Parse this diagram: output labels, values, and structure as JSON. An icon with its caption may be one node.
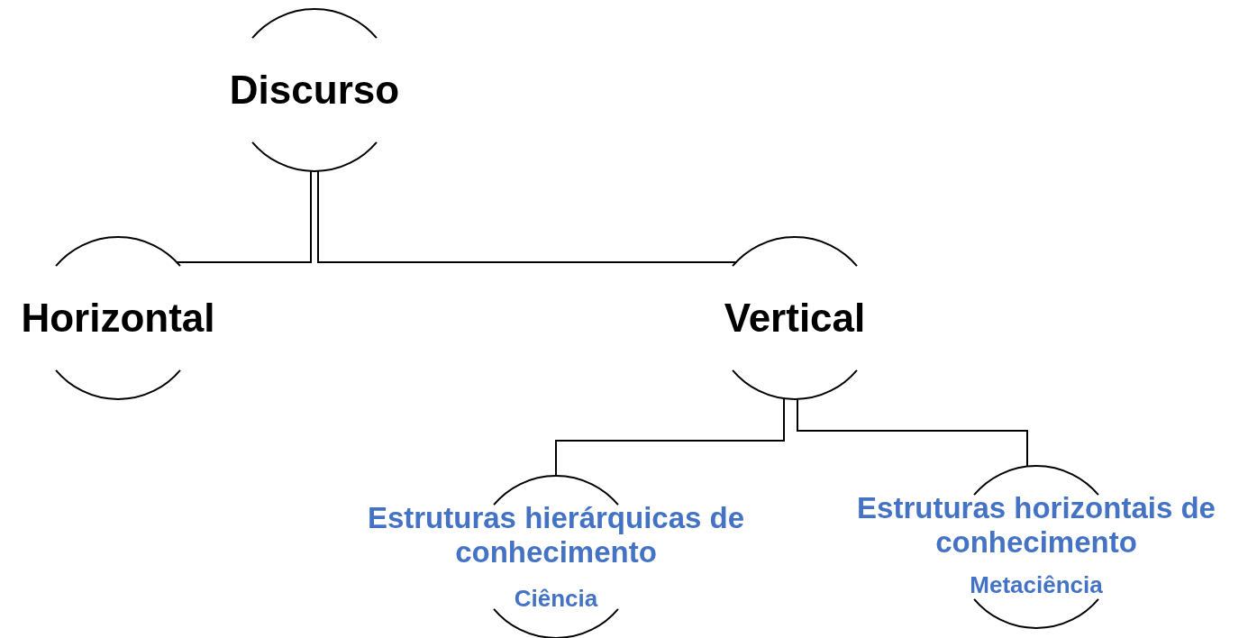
{
  "diagram": {
    "nodes": [
      {
        "text": [
          "Discurso"
        ]
      },
      {
        "text": [
          "Horizontal"
        ]
      },
      {
        "text": [
          "Vertical"
        ]
      },
      {
        "text": [
          "Estruturas hierárquicas de conhecimento",
          "Ciência"
        ]
      },
      {
        "text": [
          "Estruturas horizontais de conhecimento",
          "Metaciência"
        ]
      }
    ],
    "edges": [
      {
        "from": 0,
        "to": 1,
        "arrow": "none"
      },
      {
        "from": 0,
        "to": 2,
        "arrow": "none"
      },
      {
        "from": 2,
        "to": 3,
        "arrow": "none"
      },
      {
        "from": 2,
        "to": 4,
        "arrow": "none"
      }
    ]
  }
}
